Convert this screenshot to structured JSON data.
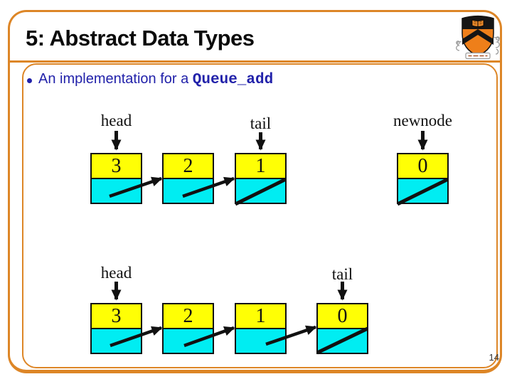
{
  "slide": {
    "title": "5: Abstract Data Types",
    "page_number": "14",
    "bullet": {
      "text": "An implementation for a ",
      "code": "Queue_add"
    },
    "logo": "princeton-shield-icon",
    "colors": {
      "frame_orange": "#DD8627",
      "bullet_blue": "#2222AA",
      "node_value_bg": "#FFFF05",
      "node_pointer_bg": "#00EDF2",
      "shield_orange": "#EE7F1A"
    }
  },
  "diagram_top": {
    "description": "queue before add: head->3->2->1, tail->1, newnode->0",
    "pointers": [
      {
        "label": "head",
        "points_to": "3"
      },
      {
        "label": "tail",
        "points_to": "1"
      },
      {
        "label": "newnode",
        "points_to": "0"
      }
    ],
    "nodes": [
      {
        "value": "3",
        "next": "2"
      },
      {
        "value": "2",
        "next": "1"
      },
      {
        "value": "1",
        "next": "NULL"
      },
      {
        "value": "0",
        "next": "NULL"
      }
    ]
  },
  "diagram_bottom": {
    "description": "queue after add: head->3->2->1->0, tail->0",
    "pointers": [
      {
        "label": "head",
        "points_to": "3"
      },
      {
        "label": "tail",
        "points_to": "0"
      }
    ],
    "nodes": [
      {
        "value": "3",
        "next": "2"
      },
      {
        "value": "2",
        "next": "1"
      },
      {
        "value": "1",
        "next": "0"
      },
      {
        "value": "0",
        "next": "NULL"
      }
    ]
  }
}
